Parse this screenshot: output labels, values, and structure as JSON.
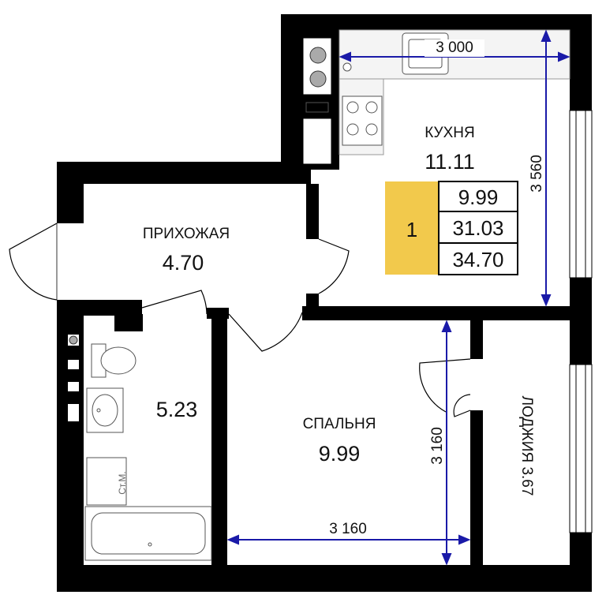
{
  "rooms": {
    "kitchen": {
      "name": "КУХНЯ",
      "area": "11.11"
    },
    "hall": {
      "name": "ПРИХОЖАЯ",
      "area": "4.70"
    },
    "bathroom": {
      "area": "5.23"
    },
    "bedroom": {
      "name": "СПАЛЬНЯ",
      "area": "9.99"
    },
    "loggia": {
      "label": "ЛОДЖИЯ 3.67"
    }
  },
  "dimensions": {
    "kitchen_width": "3 000",
    "kitchen_depth": "3 560",
    "bedroom_width": "3 160",
    "bedroom_depth": "3 160"
  },
  "summary": {
    "rooms_count": "1",
    "living_area": "9.99",
    "total_area_without_loggia": "31.03",
    "total_area": "34.70"
  },
  "fixtures": {
    "washer_mark": "Ст.М."
  },
  "colors": {
    "wall": "#000000",
    "dimension_line": "#1a1aa8",
    "rooms_badge": "#f2c94c"
  }
}
